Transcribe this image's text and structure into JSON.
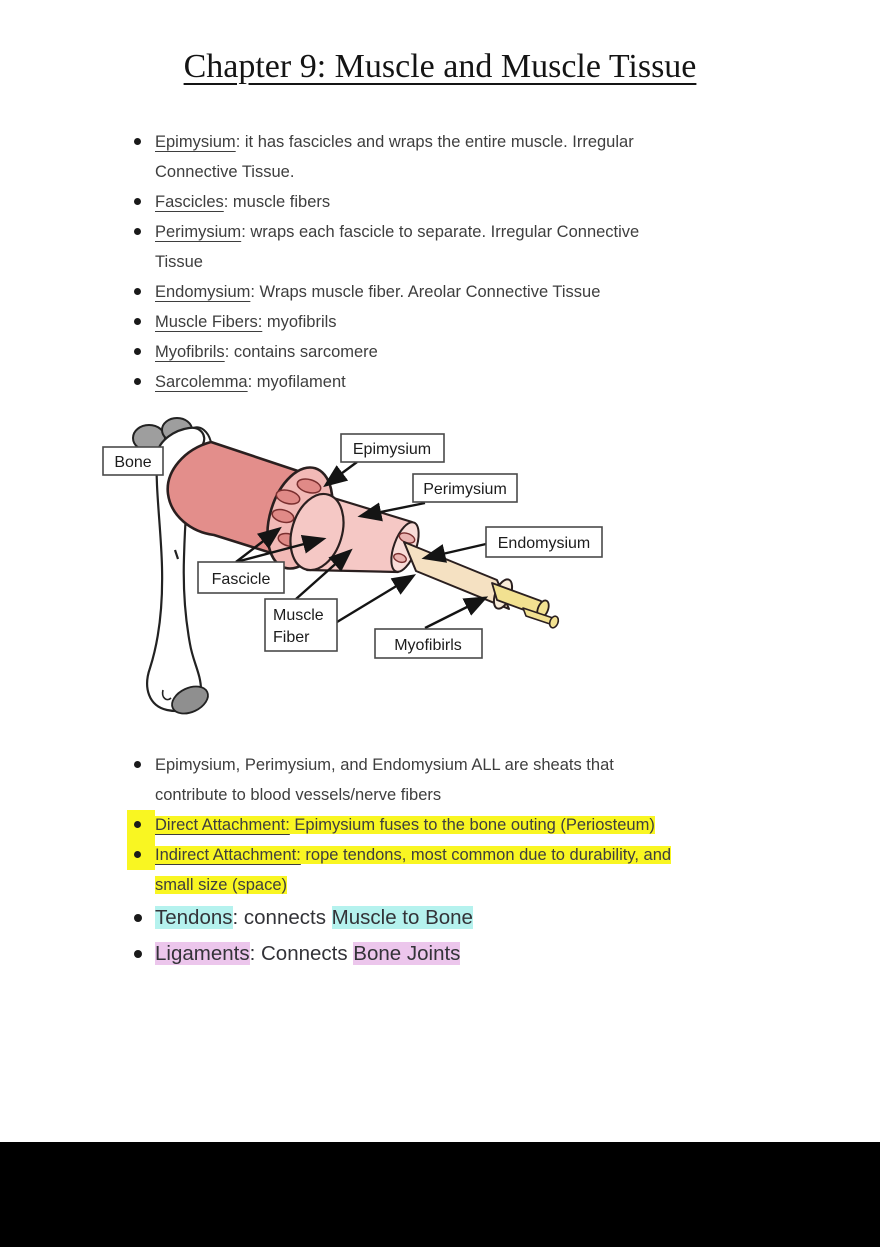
{
  "page": {
    "title": "Chapter 9: Muscle and Muscle Tissue"
  },
  "colors": {
    "highlight_yellow": "#f9f622",
    "highlight_cyan": "#b5f2ee",
    "highlight_purple": "#ecc6ec",
    "muscle_body": "#e38e8b",
    "muscle_cut_face": "#f2b9b6",
    "fascicle": "#f5c8c5",
    "fascicle_face": "#f9dcd8",
    "muscle_fiber": "#f5e1c2",
    "myofibril": "#f2e191",
    "bone_gray": "#9e9e9e"
  },
  "notes_top": [
    {
      "term": "Epimysium",
      "rest": ": it has fascicles and wraps the entire muscle. Irregular\nConnective Tissue."
    },
    {
      "term": "Fascicles",
      "rest": ": muscle fibers"
    },
    {
      "term": "Perimysium",
      "rest": ": wraps each fascicle to separate. Irregular Connective\nTissue"
    },
    {
      "term": "Endomysium",
      "rest": ": Wraps muscle fiber. Areolar Connective Tissue"
    },
    {
      "term": "Muscle Fibers:",
      "rest": " myofibrils"
    },
    {
      "term": "Myofibrils",
      "rest": ": contains sarcomere"
    },
    {
      "term": "Sarcolemma",
      "rest": ": myofilament"
    }
  ],
  "diagram": {
    "labels": {
      "bone": "Bone",
      "epimysium": "Epimysium",
      "perimysium": "Perimysium",
      "endomysium": "Endomysium",
      "fascicle": "Fascicle",
      "muscle_fiber_line1": "Muscle",
      "muscle_fiber_line2": "Fiber",
      "myofibrils": "Myofibirls"
    }
  },
  "notes_bottom": [
    {
      "plain": "Epimysium, Perimysium, and Endomysium ALL are sheats that\ncontribute to blood vessels/nerve fibers"
    },
    {
      "term": "Direct Attachment:",
      "rest": " Epimysium fuses to the bone outing (Periosteum)"
    },
    {
      "term": "Indirect Attachment:",
      "rest": " rope tendons, most common due to durability, and\nsmall size (space)"
    }
  ],
  "tendons_line": {
    "hl1": "Tendons",
    "mid": ": connects ",
    "hl2": "Muscle to Bone"
  },
  "ligaments_line": {
    "hl1": "Ligaments",
    "mid": ": Connects ",
    "hl2": "Bone Joints"
  }
}
